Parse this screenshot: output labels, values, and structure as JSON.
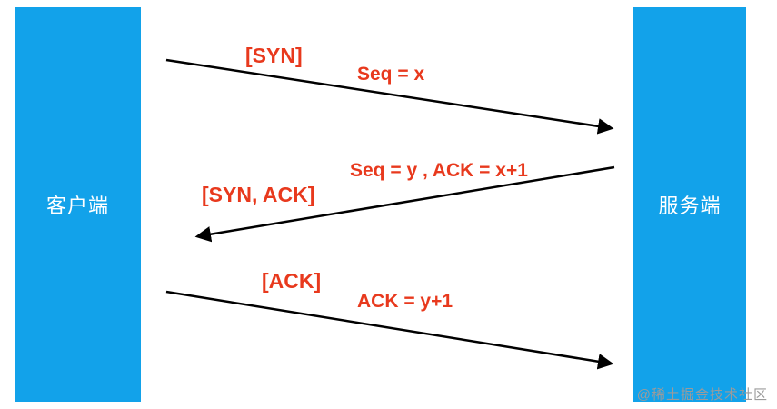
{
  "title": "TCP three-way handshake diagram",
  "colors": {
    "node_blue": "#12a2ea",
    "label_red": "#e8391d",
    "arrow_black": "#000000",
    "watermark_gray": "#9b9b9b"
  },
  "nodes": {
    "client": {
      "label": "客户端"
    },
    "server": {
      "label": "服务端"
    }
  },
  "messages": [
    {
      "name": "syn",
      "flag": "[SYN]",
      "detail": "Seq = x",
      "direction": "client-to-server"
    },
    {
      "name": "syn-ack",
      "flag": "[SYN, ACK]",
      "detail": "Seq = y , ACK = x+1",
      "direction": "server-to-client"
    },
    {
      "name": "ack",
      "flag": "[ACK]",
      "detail": "ACK = y+1",
      "direction": "client-to-server"
    }
  ],
  "watermark": "@稀土掘金技术社区"
}
